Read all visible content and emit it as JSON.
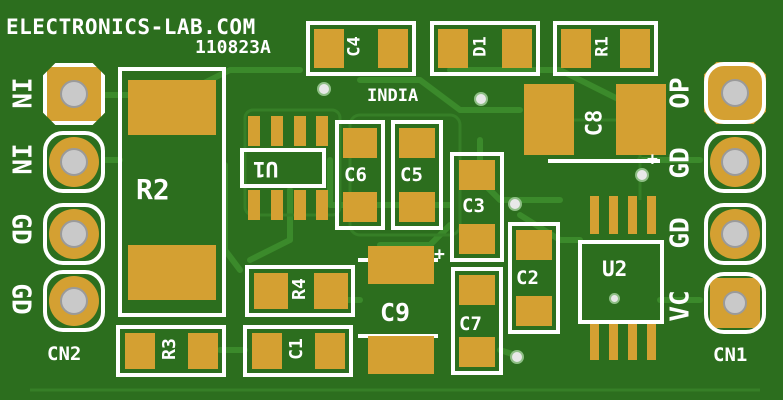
{
  "board": {
    "header_text": "ELECTRONICS-LAB.COM",
    "code_text": "110823A",
    "origin_text": "INDIA"
  },
  "connectors": {
    "left": {
      "name": "CN2",
      "pins": [
        "IN",
        "IN",
        "GD",
        "GD"
      ]
    },
    "right": {
      "name": "CN1",
      "pins": [
        "OP",
        "GD",
        "GD",
        "VC"
      ]
    }
  },
  "components": {
    "c4": "C4",
    "d1": "D1",
    "r1": "R1",
    "c8": "C8",
    "r2": "R2",
    "u1": "U1",
    "c6": "C6",
    "c5": "C5",
    "c3": "C3",
    "c2": "C2",
    "u2": "U2",
    "r4": "R4",
    "c9": "C9",
    "c7": "C7",
    "r3": "R3",
    "c1": "C1"
  },
  "colors": {
    "board": "#2c6e1e",
    "trace": "#3d8a2c",
    "pad": "#d4a032",
    "silkscreen": "#ffffff"
  }
}
